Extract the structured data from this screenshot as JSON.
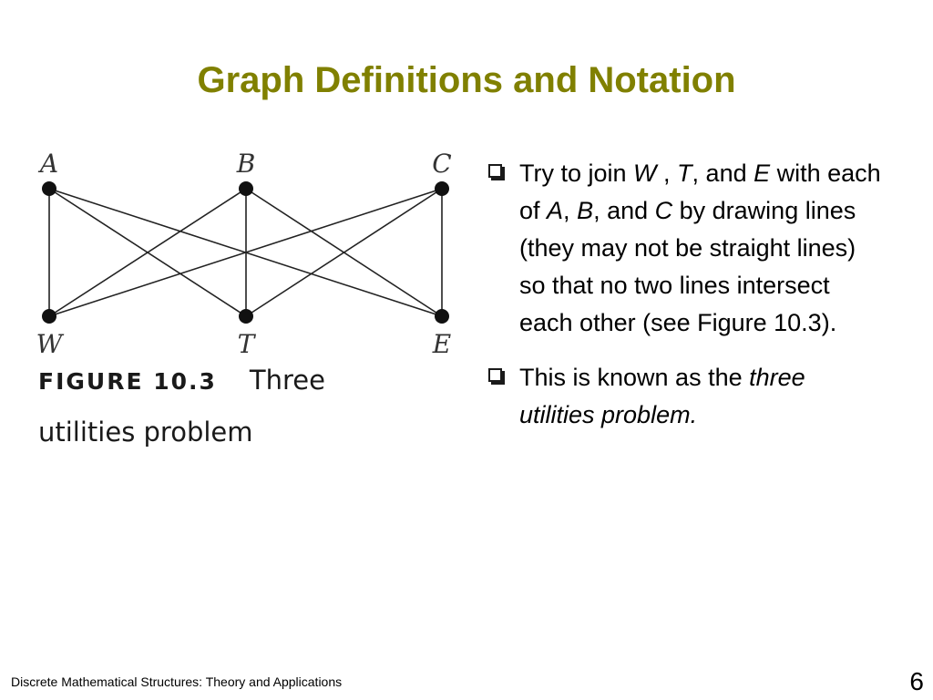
{
  "slide": {
    "title": "Graph Definitions and Notation",
    "footer": "Discrete Mathematical Structures: Theory and Applications",
    "page_number": "6"
  },
  "figure": {
    "top_vertices": [
      "A",
      "B",
      "C"
    ],
    "bottom_vertices": [
      "W",
      "T",
      "E"
    ],
    "caption_tag": "FIGURE 10.3",
    "caption_line1": "Three",
    "caption_line2": "utilities problem",
    "edges": [
      [
        "A",
        "W"
      ],
      [
        "A",
        "T"
      ],
      [
        "A",
        "E"
      ],
      [
        "B",
        "W"
      ],
      [
        "B",
        "T"
      ],
      [
        "B",
        "E"
      ],
      [
        "C",
        "W"
      ],
      [
        "C",
        "T"
      ],
      [
        "C",
        "E"
      ]
    ]
  },
  "bullets": [
    {
      "segments": [
        {
          "text": "Try to join "
        },
        {
          "text": "W",
          "italic": true
        },
        {
          "text": " , "
        },
        {
          "text": "T",
          "italic": true
        },
        {
          "text": ", and "
        },
        {
          "text": "E",
          "italic": true
        },
        {
          "text": " with each of "
        },
        {
          "text": "A",
          "italic": true
        },
        {
          "text": ", "
        },
        {
          "text": "B",
          "italic": true
        },
        {
          "text": ", and "
        },
        {
          "text": "C",
          "italic": true
        },
        {
          "text": " by drawing lines (they may not be straight lines) so that no two lines intersect each other (see Figure 10.3)."
        }
      ]
    },
    {
      "segments": [
        {
          "text": "This is known as the "
        },
        {
          "text": "three utilities problem.",
          "italic": true
        }
      ]
    }
  ]
}
